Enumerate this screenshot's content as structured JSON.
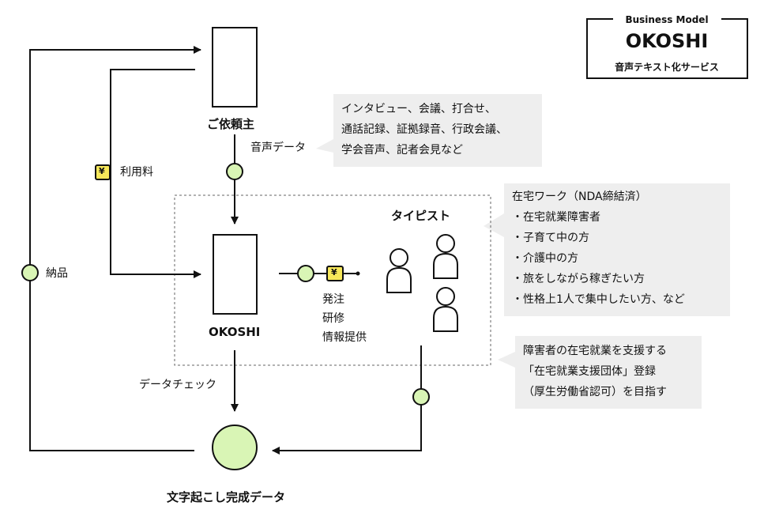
{
  "business_model": {
    "label": "Business Model",
    "name": "OKOSHI",
    "subtitle": "音声テキスト化サービス"
  },
  "nodes": {
    "client": "ご依頼主",
    "okoshi": "OKOSHI",
    "typists": "タイピスト",
    "output": "文字起こし完成データ"
  },
  "flows": {
    "audio_data": "音声データ",
    "usage_fee": "利用料",
    "delivery": "納品",
    "data_check": "データチェック",
    "order": "発注",
    "training": "研修",
    "info": "情報提供",
    "yen": "¥"
  },
  "callouts": {
    "audio_sources": [
      "インタビュー、会議、打合せ、",
      "通話記録、証拠録音、行政会議、",
      "学会音声、記者会見など"
    ],
    "typist_profile": [
      "在宅ワーク（NDA締結済）",
      "・在宅就業障害者",
      "・子育て中の方",
      "・介護中の方",
      "・旅をしながら稼ぎたい方",
      "・性格上1人で集中したい方、など"
    ],
    "support": [
      "障害者の在宅就業を支援する",
      "「在宅就業支援団体」登録",
      "（厚生労働省認可）を目指す"
    ]
  },
  "colors": {
    "line": "#111111",
    "node_fill": "#d9f5b5",
    "yen_fill": "#f7e85a",
    "callout_bg": "#eeeeee"
  }
}
